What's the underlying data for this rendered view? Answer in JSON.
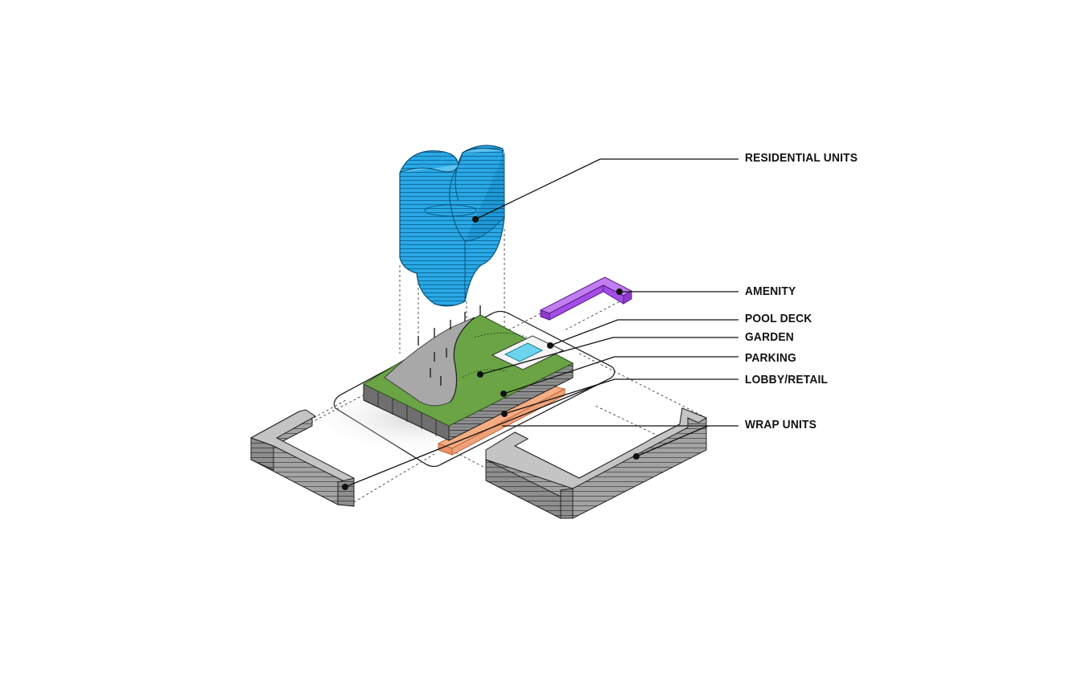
{
  "labels": {
    "residential_units": "RESIDENTIAL UNITS",
    "amenity": "AMENITY",
    "pool_deck": "POOL DECK",
    "garden": "GARDEN",
    "parking": "PARKING",
    "lobby_retail": "LOBBY/RETAIL",
    "wrap_units": "WRAP UNITS"
  },
  "colors": {
    "residential": "#29a8e6",
    "amenity": "#a24ee6",
    "garden": "#6aa445",
    "pool_water": "#6cd4ec",
    "parking": "#8a8a8a",
    "lobby_retail": "#f4ad84",
    "wrap_units": "#a3a3a3",
    "leader_line": "#111111"
  }
}
